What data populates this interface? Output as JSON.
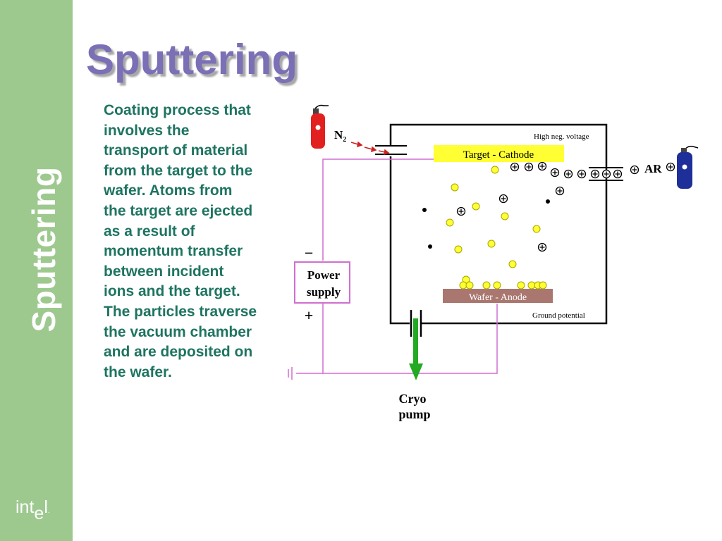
{
  "sidebar": {
    "vertical_title": "Sputtering",
    "logo_text_1": "int",
    "logo_text_drop": "e",
    "logo_text_2": "l",
    "logo_dot": "."
  },
  "slide": {
    "title": "Sputtering",
    "body": "Coating process that involves the transport of material from the target to the wafer. Atoms from the target are ejected as a result of momentum transfer between incident ions and the  target. The particles traverse the vacuum chamber and are deposited on the wafer."
  },
  "diagram": {
    "n2_label": "N",
    "n2_subscript": "2",
    "high_voltage_label": "High neg. voltage",
    "target_label": "Target - Cathode",
    "ar_label": "AR",
    "power_minus": "–",
    "power_line1": "Power",
    "power_line2": "supply",
    "power_plus": "+",
    "wafer_label": "Wafer - Anode",
    "ground_label": "Ground potential",
    "pump_line1": "Cryo",
    "pump_line2": "pump"
  },
  "colors": {
    "sidebar": "#9dc98f",
    "title": "#7b6fb6",
    "body_text": "#1e7461",
    "target_fill": "#ffff33",
    "wafer_fill": "#a9776f",
    "wire": "#d06fd0",
    "pump_arrow": "#22aa22",
    "n2_cylinder": "#e22020",
    "ar_cylinder": "#1e2f9a"
  }
}
